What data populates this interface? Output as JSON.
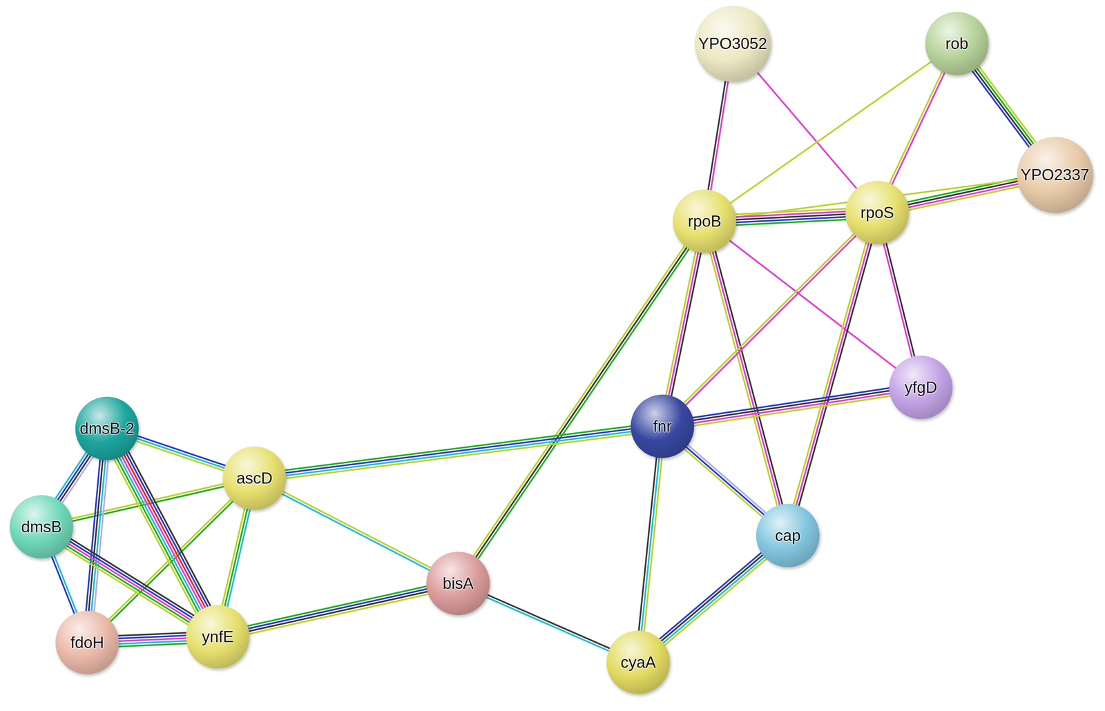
{
  "diagram": {
    "nodes": [
      {
        "text": [
          "YPO3052"
        ]
      },
      {
        "text": [
          "rob"
        ]
      },
      {
        "text": [
          "YPO2337"
        ]
      },
      {
        "text": [
          "rpoS"
        ]
      },
      {
        "text": [
          "rpoB"
        ]
      },
      {
        "text": [
          "yfgD"
        ]
      },
      {
        "text": [
          "fnr"
        ]
      },
      {
        "text": [
          "dmsB-2"
        ]
      },
      {
        "text": [
          "ascD"
        ]
      },
      {
        "text": [
          "dmsB"
        ]
      },
      {
        "text": [
          "cap"
        ]
      },
      {
        "text": [
          "bisA"
        ]
      },
      {
        "text": [
          "ynfE"
        ]
      },
      {
        "text": [
          "fdoH"
        ]
      },
      {
        "text": [
          "cyaA"
        ]
      }
    ],
    "edges": [
      {
        "from": 0,
        "to": 4,
        "arrow": "none"
      },
      {
        "from": 0,
        "to": 3,
        "arrow": "none"
      },
      {
        "from": 1,
        "to": 2,
        "arrow": "none"
      },
      {
        "from": 1,
        "to": 4,
        "arrow": "none"
      },
      {
        "from": 1,
        "to": 3,
        "arrow": "none"
      },
      {
        "from": 2,
        "to": 3,
        "arrow": "none"
      },
      {
        "from": 2,
        "to": 4,
        "arrow": "none"
      },
      {
        "from": 4,
        "to": 3,
        "arrow": "none"
      },
      {
        "from": 4,
        "to": 5,
        "arrow": "none"
      },
      {
        "from": 4,
        "to": 6,
        "arrow": "none"
      },
      {
        "from": 4,
        "to": 10,
        "arrow": "none"
      },
      {
        "from": 4,
        "to": 11,
        "arrow": "none"
      },
      {
        "from": 3,
        "to": 6,
        "arrow": "none"
      },
      {
        "from": 3,
        "to": 10,
        "arrow": "none"
      },
      {
        "from": 3,
        "to": 5,
        "arrow": "none"
      },
      {
        "from": 6,
        "to": 5,
        "arrow": "none"
      },
      {
        "from": 6,
        "to": 10,
        "arrow": "none"
      },
      {
        "from": 6,
        "to": 14,
        "arrow": "none"
      },
      {
        "from": 6,
        "to": 8,
        "arrow": "none"
      },
      {
        "from": 10,
        "to": 14,
        "arrow": "none"
      },
      {
        "from": 11,
        "to": 14,
        "arrow": "none"
      },
      {
        "from": 11,
        "to": 8,
        "arrow": "none"
      },
      {
        "from": 11,
        "to": 12,
        "arrow": "none"
      },
      {
        "from": 8,
        "to": 7,
        "arrow": "none"
      },
      {
        "from": 8,
        "to": 9,
        "arrow": "none"
      },
      {
        "from": 8,
        "to": 13,
        "arrow": "none"
      },
      {
        "from": 8,
        "to": 12,
        "arrow": "none"
      },
      {
        "from": 7,
        "to": 9,
        "arrow": "none"
      },
      {
        "from": 7,
        "to": 13,
        "arrow": "none"
      },
      {
        "from": 7,
        "to": 12,
        "arrow": "none"
      },
      {
        "from": 9,
        "to": 13,
        "arrow": "none"
      },
      {
        "from": 9,
        "to": 12,
        "arrow": "none"
      },
      {
        "from": 13,
        "to": 12,
        "arrow": "none"
      }
    ]
  }
}
